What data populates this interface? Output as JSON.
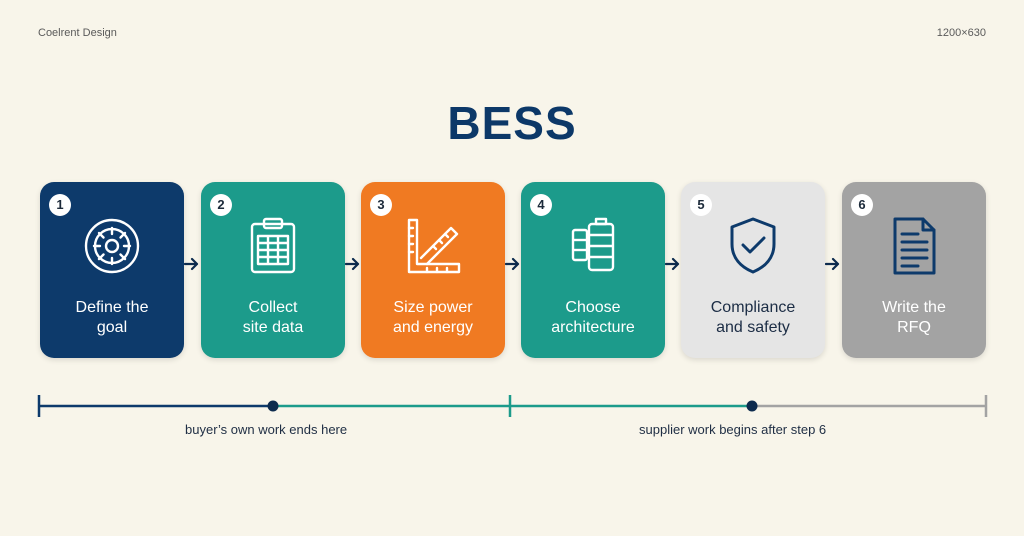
{
  "header": {
    "brand": "Coelrent Design",
    "dims": "1200×630"
  },
  "title": "BESS",
  "steps": [
    {
      "num": "1",
      "icon": "target-goal-icon",
      "line1": "Define the",
      "line2": "goal",
      "color": "#0d3a6b"
    },
    {
      "num": "2",
      "icon": "clipboard-data-icon",
      "line1": "Collect",
      "line2": "site data",
      "color": "#1c9b8b"
    },
    {
      "num": "3",
      "icon": "ruler-set-square-icon",
      "line1": "Size power",
      "line2": "and energy",
      "color": "#f07a22"
    },
    {
      "num": "4",
      "icon": "battery-stack-icon",
      "line1": "Choose",
      "line2": "architecture",
      "color": "#1c9b8b"
    },
    {
      "num": "5",
      "icon": "shield-check-icon",
      "line1": "Compliance",
      "line2": "and safety",
      "color": "#e5e5e5"
    },
    {
      "num": "6",
      "icon": "document-icon",
      "line1": "Write the",
      "line2": "RFQ",
      "color": "#a3a3a3"
    }
  ],
  "timeline": {
    "left_label": "buyer’s own work ends here",
    "right_label": "supplier work begins after step 6"
  }
}
